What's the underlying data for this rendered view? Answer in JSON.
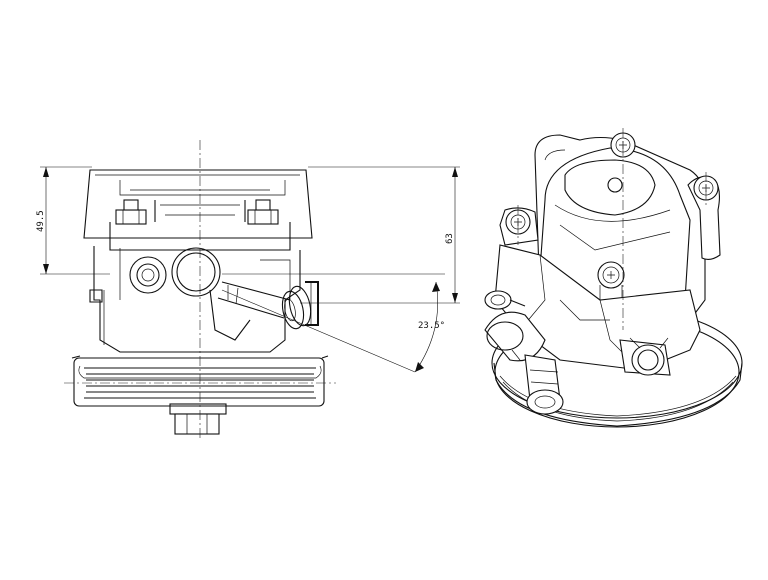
{
  "drawing": {
    "dimensions": {
      "height_upper": "49.5",
      "height_total": "63",
      "outlet_angle": "23.5°"
    }
  }
}
